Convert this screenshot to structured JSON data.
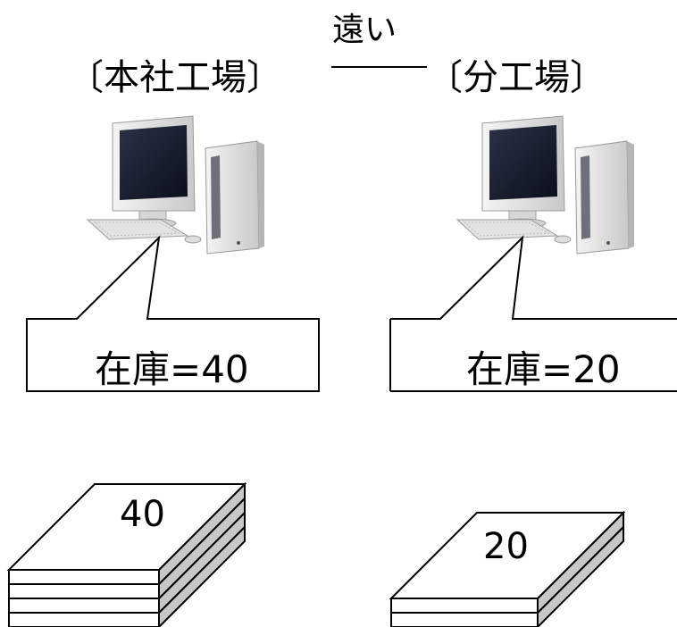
{
  "sites": {
    "head_office": {
      "label": "〔本社工場〕",
      "stock_label": "在庫=40",
      "stack_label": "40",
      "stack_layers": 4
    },
    "branch": {
      "label": "〔分工場〕",
      "stock_label": "在庫=20",
      "stack_label": "20",
      "stack_layers": 2
    }
  },
  "distance": {
    "label": "遠い"
  },
  "icons": {
    "computer": "desktop-computer-icon"
  }
}
